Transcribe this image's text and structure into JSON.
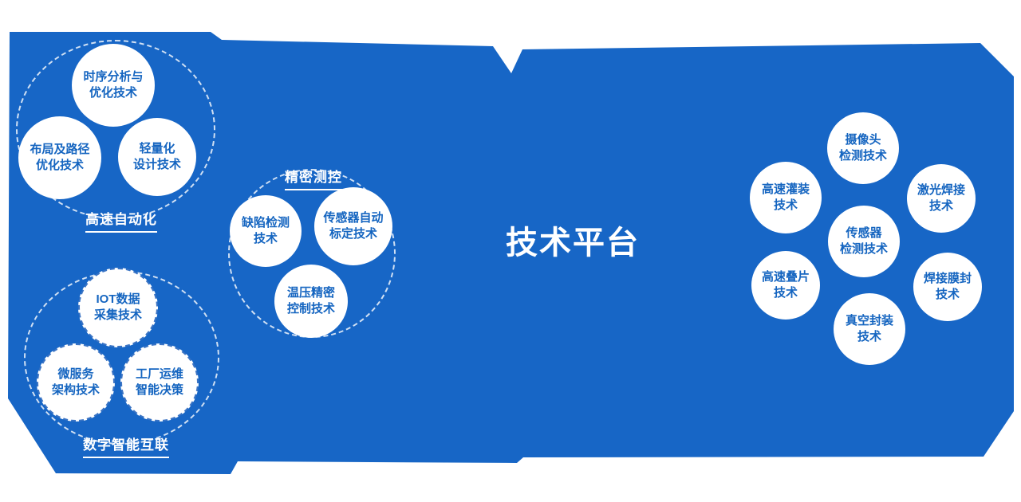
{
  "title": "技术平台",
  "colors": {
    "background": "#1766c6",
    "circle_fill": "#ffffff",
    "circle_text": "#1565c0",
    "label_text": "#ffffff"
  },
  "clusters": [
    {
      "label": "高速自动化",
      "circles": [
        {
          "lines": [
            "时序分析与",
            "优化技术"
          ]
        },
        {
          "lines": [
            "布局及路径",
            "优化技术"
          ]
        },
        {
          "lines": [
            "轻量化",
            "设计技术"
          ]
        }
      ]
    },
    {
      "label": "数字智能互联",
      "circles": [
        {
          "lines": [
            "IOT数据",
            "采集技术"
          ]
        },
        {
          "lines": [
            "微服务",
            "架构技术"
          ]
        },
        {
          "lines": [
            "工厂运维",
            "智能决策"
          ]
        }
      ]
    },
    {
      "label": "精密测控",
      "circles": [
        {
          "lines": [
            "缺陷检测",
            "技术"
          ]
        },
        {
          "lines": [
            "传感器自动",
            "标定技术"
          ]
        },
        {
          "lines": [
            "温压精密",
            "控制技术"
          ]
        }
      ]
    },
    {
      "circles": [
        {
          "lines": [
            "摄像头",
            "检测技术"
          ]
        },
        {
          "lines": [
            "高速灌装",
            "技术"
          ]
        },
        {
          "lines": [
            "激光焊接",
            "技术"
          ]
        },
        {
          "lines": [
            "传感器",
            "检测技术"
          ]
        },
        {
          "lines": [
            "高速叠片",
            "技术"
          ]
        },
        {
          "lines": [
            "焊接膜封",
            "技术"
          ]
        },
        {
          "lines": [
            "真空封装",
            "技术"
          ]
        }
      ]
    }
  ]
}
